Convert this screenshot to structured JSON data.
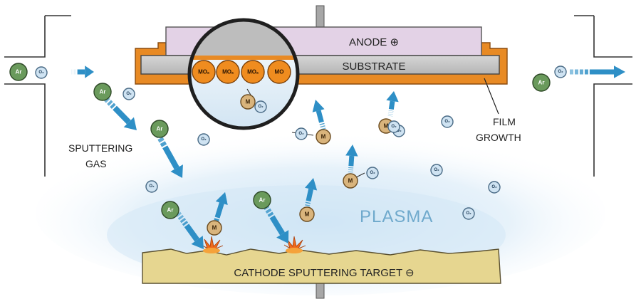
{
  "labels": {
    "anode": "ANODE ⊕",
    "substrate": "SUBSTRATE",
    "cathode": "CATHODE SPUTTERING TARGET ⊖",
    "plasma": "PLASMA",
    "film_line1": "FILM",
    "film_line2": "GROWTH",
    "gas_line1": "SPUTTERING",
    "gas_line2": "GAS"
  },
  "particles": {
    "argon": "Ar",
    "oxygen": "O₂",
    "metal": "M",
    "oxide": "MOₓ",
    "oxide_partial": "MO"
  },
  "colors": {
    "anode_fill": "#e3d2e6",
    "substrate_fill": "#c7c7c7",
    "frame_orange": "#e88a24",
    "cathode_fill": "#e6d690",
    "arrow_blue": "#2e8fc6",
    "plasma_blue": "#d3e8f6",
    "argon_green": "#6a9a5c",
    "oxygen_blue": "#cfe3f2",
    "metal_tan": "#d9b47c",
    "oxide_orange": "#ef8c1f"
  }
}
